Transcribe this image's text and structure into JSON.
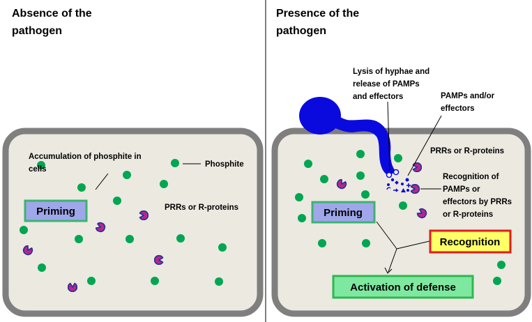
{
  "left_panel": {
    "title_line1": "Absence of the",
    "title_line2": "pathogen",
    "accumulation_line1": "Accumulation of phosphite in",
    "accumulation_line2": "cells",
    "phosphite_label": "Phosphite",
    "prr_label": "PRRs or R-proteins",
    "priming_label": "Priming"
  },
  "right_panel": {
    "title_line1": "Presence of the",
    "title_line2": "pathogen",
    "lysis_line1": "Lysis of hyphae and",
    "lysis_line2": "release of PAMPs",
    "lysis_line3": "and effectors",
    "pamps_line1": "PAMPs and/or",
    "pamps_line2": "effectors",
    "prr_label": "PRRs or R-proteins",
    "recognition_of_line1": "Recognition of",
    "recognition_of_line2": "PAMPs or",
    "recognition_of_line3": "effectors by PRRs",
    "recognition_of_line4": "or R-proteins",
    "priming_label": "Priming",
    "recognition_label": "Recognition",
    "activation_label": "Activation of defense"
  },
  "colors": {
    "cell_fill": "#ebe9e0",
    "cell_border": "#7f7f7f",
    "phosphite": "#00a651",
    "receptor": "#b5278e",
    "receptor_outline": "#2e3192",
    "hypha": "#0a0adf",
    "priming_fill": "#9fa7ea",
    "priming_border": "#3cb371",
    "recognition_fill": "#ffff66",
    "recognition_border": "#e21d1d",
    "activation_fill": "#7fe8a0",
    "activation_border": "#2eb84f"
  },
  "icons": [
    "phosphite-dot",
    "receptor-pacman",
    "hypha",
    "pamp-particle"
  ]
}
